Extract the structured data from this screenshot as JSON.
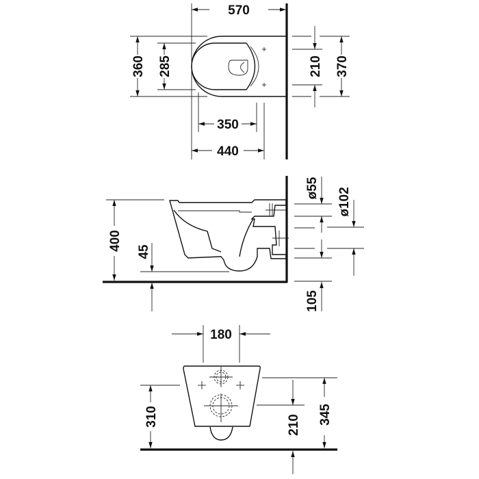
{
  "colors": {
    "line": "#111111",
    "background": "#ffffff"
  },
  "top_view": {
    "dims": {
      "overall_length": "570",
      "width_outer": "360",
      "width_seat": "285",
      "len_350": "350",
      "len_440": "440",
      "fix_210": "210",
      "width_370": "370"
    }
  },
  "side_view": {
    "dims": {
      "height": "400",
      "offset_45": "45",
      "d55": "ø55",
      "d102": "ø102",
      "offset_105": "105"
    }
  },
  "front_view": {
    "dims": {
      "spacing_180": "180",
      "height_310": "310",
      "height_210": "210",
      "height_345": "345"
    }
  }
}
